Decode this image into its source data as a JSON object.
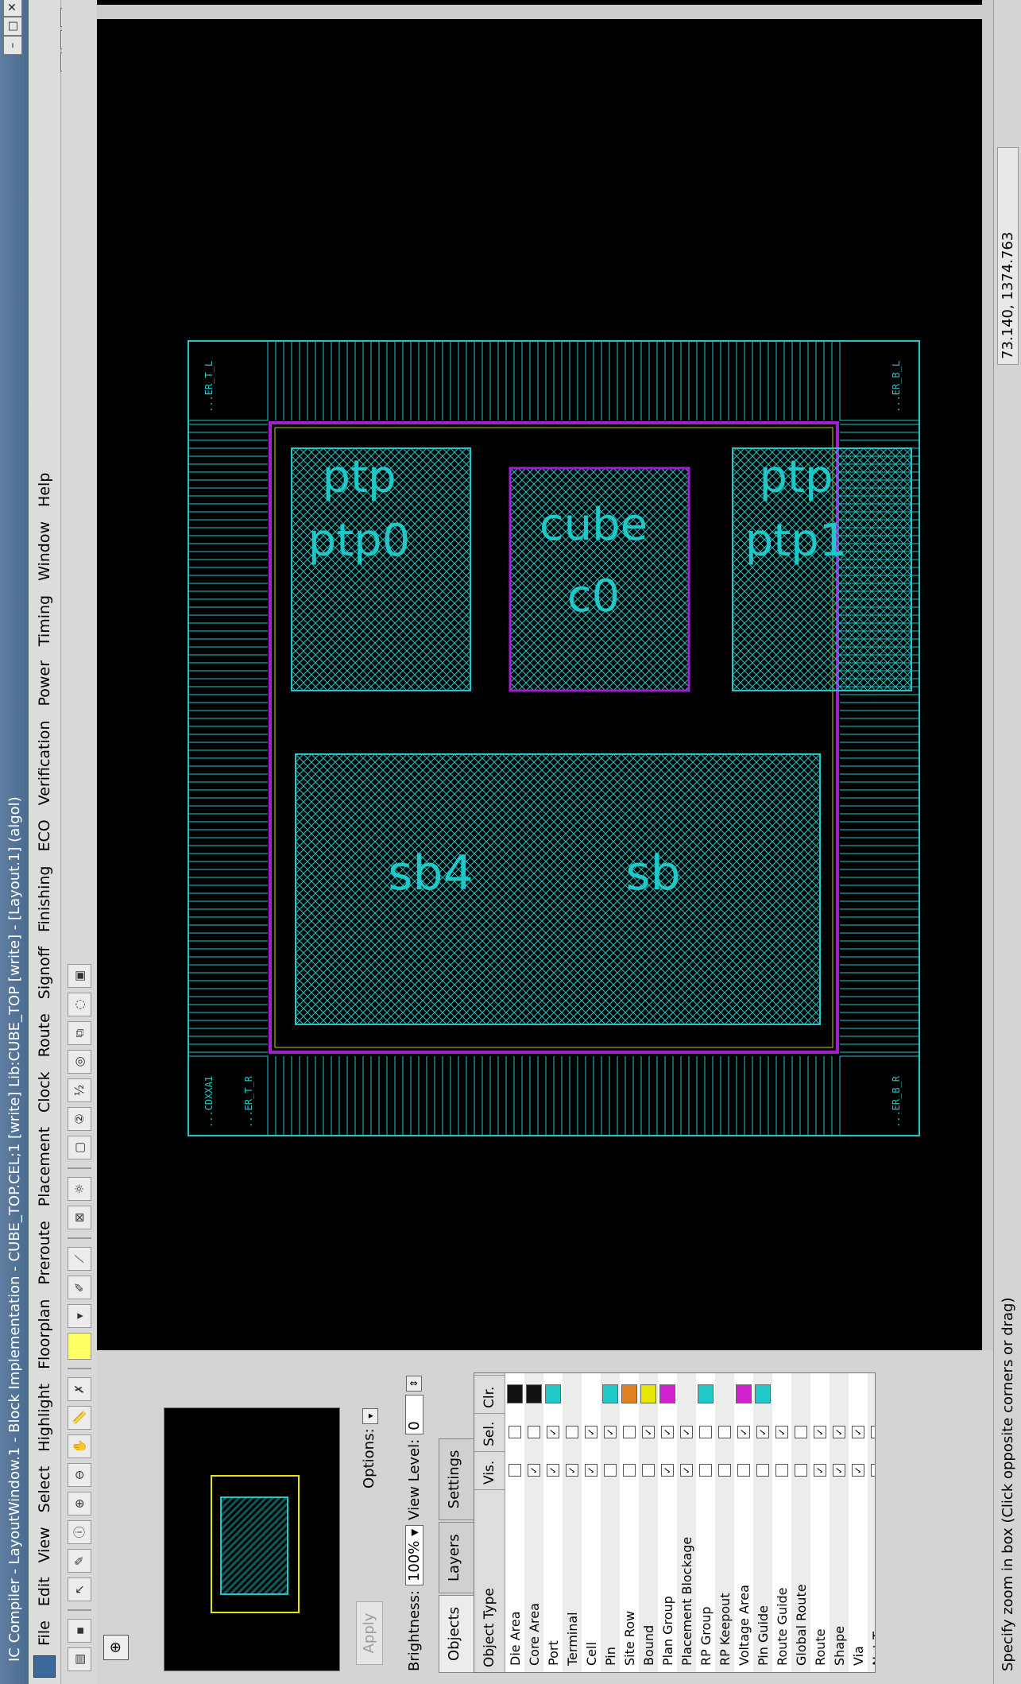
{
  "window": {
    "title": "IC Compiler - LayoutWindow.1 - Block Implementation - CUBE_TOP.CEL;1 [write]    Lib:CUBE_TOP [write] - [Layout.1] (algol)"
  },
  "menu": [
    "File",
    "Edit",
    "View",
    "Select",
    "Highlight",
    "Floorplan",
    "Preroute",
    "Placement",
    "Clock",
    "Route",
    "Signoff",
    "Finishing",
    "ECO",
    "Verification",
    "Power",
    "Timing",
    "Window",
    "Help"
  ],
  "panel": {
    "apply_label": "Apply",
    "options_label": "Options:",
    "brightness_label": "Brightness:",
    "brightness_value": "100%",
    "view_level_label": "View Level:",
    "view_level_value": "0",
    "tabs": [
      "Objects",
      "Layers",
      "Settings"
    ],
    "columns": [
      "Object Type",
      "Vis.",
      "Sel.",
      "Clr."
    ],
    "rows": [
      {
        "name": "Die Area",
        "vis": false,
        "sel": false,
        "color": "#111111"
      },
      {
        "name": "Core Area",
        "vis": true,
        "sel": false,
        "color": "#111111"
      },
      {
        "name": "Port",
        "vis": true,
        "sel": true,
        "color": "#22c8c8"
      },
      {
        "name": "Terminal",
        "vis": true,
        "sel": false,
        "color": ""
      },
      {
        "name": "Cell",
        "vis": true,
        "sel": true,
        "color": ""
      },
      {
        "name": "Pin",
        "vis": false,
        "sel": true,
        "color": "#22c8c8"
      },
      {
        "name": "Site Row",
        "vis": false,
        "sel": false,
        "color": "#e08020"
      },
      {
        "name": "Bound",
        "vis": false,
        "sel": true,
        "color": "#e6e600"
      },
      {
        "name": "Plan Group",
        "vis": true,
        "sel": true,
        "color": "#d020d0"
      },
      {
        "name": "Placement Blockage",
        "vis": true,
        "sel": true,
        "color": ""
      },
      {
        "name": "RP Group",
        "vis": false,
        "sel": false,
        "color": "#22c8c8"
      },
      {
        "name": "RP Keepout",
        "vis": false,
        "sel": false,
        "color": ""
      },
      {
        "name": "Voltage Area",
        "vis": false,
        "sel": true,
        "color": "#d020d0"
      },
      {
        "name": "Pin Guide",
        "vis": false,
        "sel": true,
        "color": "#22c8c8"
      },
      {
        "name": "Route Guide",
        "vis": false,
        "sel": true,
        "color": ""
      },
      {
        "name": "Global Route",
        "vis": false,
        "sel": false,
        "color": ""
      },
      {
        "name": "Route",
        "vis": true,
        "sel": true,
        "color": ""
      },
      {
        "name": "Shape",
        "vis": true,
        "sel": true,
        "color": ""
      },
      {
        "name": "Via",
        "vis": true,
        "sel": true,
        "color": ""
      },
      {
        "name": "Net Type",
        "vis": false,
        "sel": false,
        "color": ""
      }
    ]
  },
  "layout": {
    "blocks": [
      {
        "name": "ptp0",
        "type": "ptp"
      },
      {
        "name": "c0",
        "type": "cube"
      },
      {
        "name": "ptp1",
        "type": "ptp"
      },
      {
        "name": "sb4",
        "type": "sb"
      }
    ],
    "corner_labels": [
      "...CDXXA1",
      "...ER_T_R",
      "...ER_T_L",
      "...ER_B_R",
      "...ER_B_L"
    ]
  },
  "status": {
    "message": "Specify zoom in box (Click opposite corners or drag)",
    "coordinates": "73.140, 1374.763"
  }
}
